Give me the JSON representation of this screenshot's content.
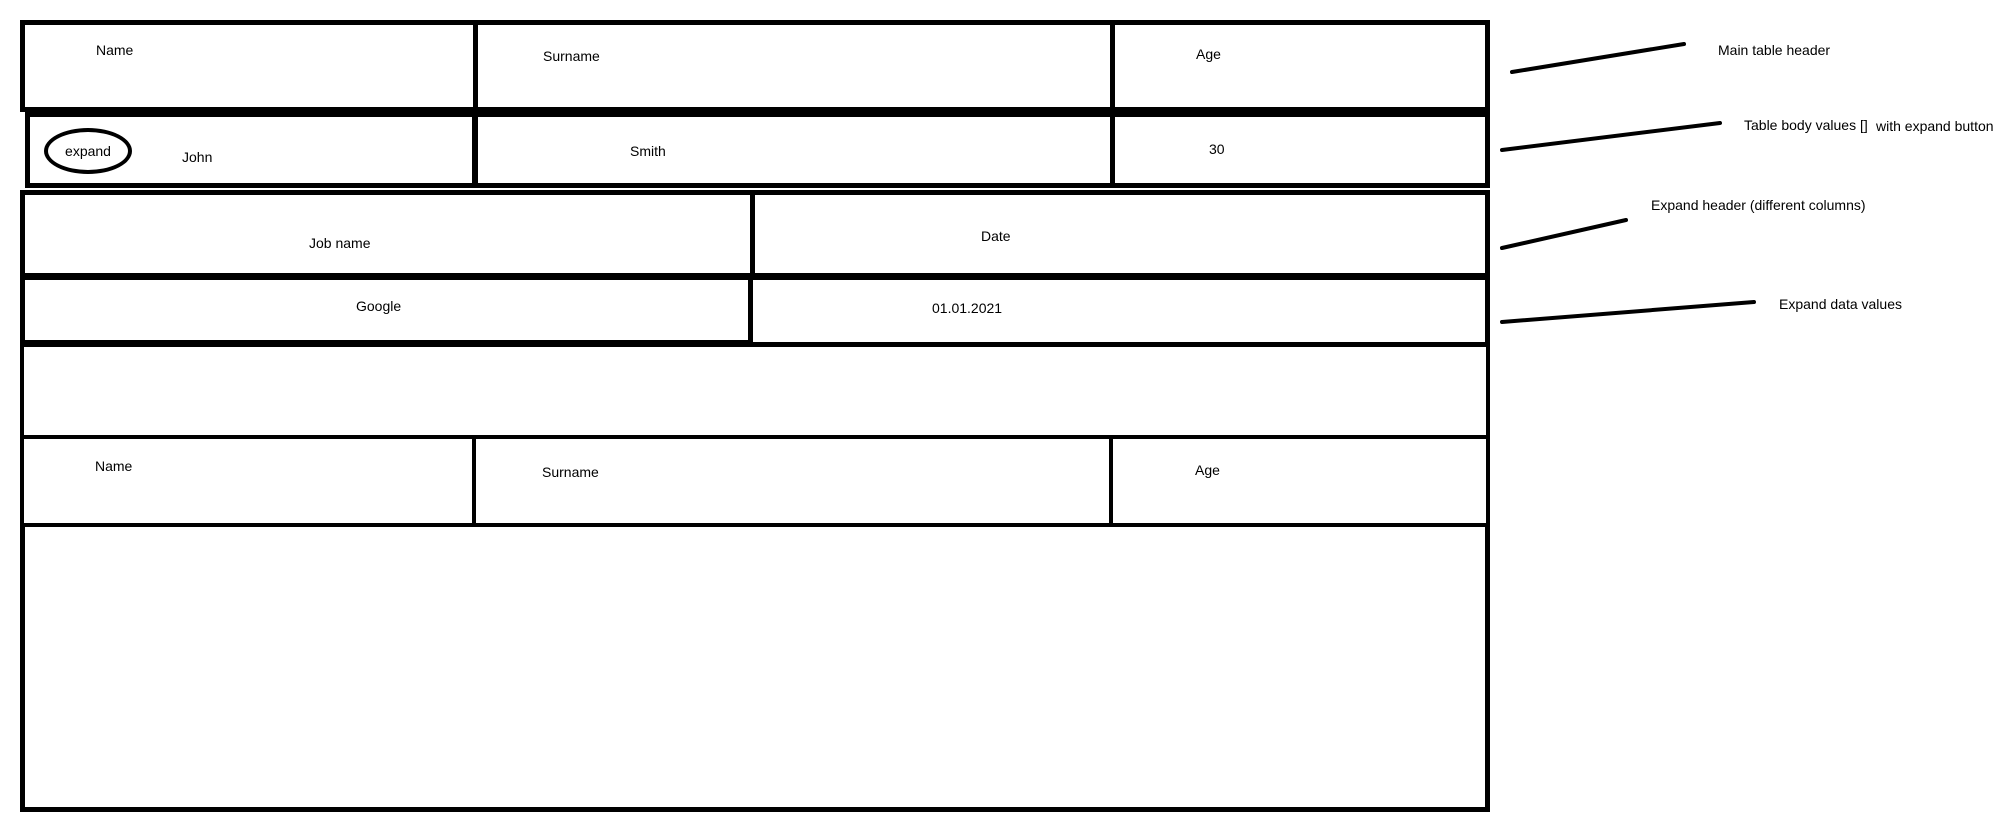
{
  "main_table": {
    "header": {
      "name": "Name",
      "surname": "Surname",
      "age": "Age"
    },
    "row": {
      "expand_label": "expand",
      "name": "John",
      "surname": "Smith",
      "age": "30"
    }
  },
  "expand_table": {
    "header": {
      "job_name": "Job name",
      "date": "Date"
    },
    "row": {
      "job_name": "Google",
      "date": "01.01.2021"
    }
  },
  "second_table": {
    "header": {
      "name": "Name",
      "surname": "Surname",
      "age": "Age"
    }
  },
  "annotations": {
    "main_header": "Main table header",
    "body_values": "Table body values []",
    "body_values_suffix": "with expand button",
    "expand_header": "Expand header (different columns)",
    "expand_data": "Expand data values"
  }
}
